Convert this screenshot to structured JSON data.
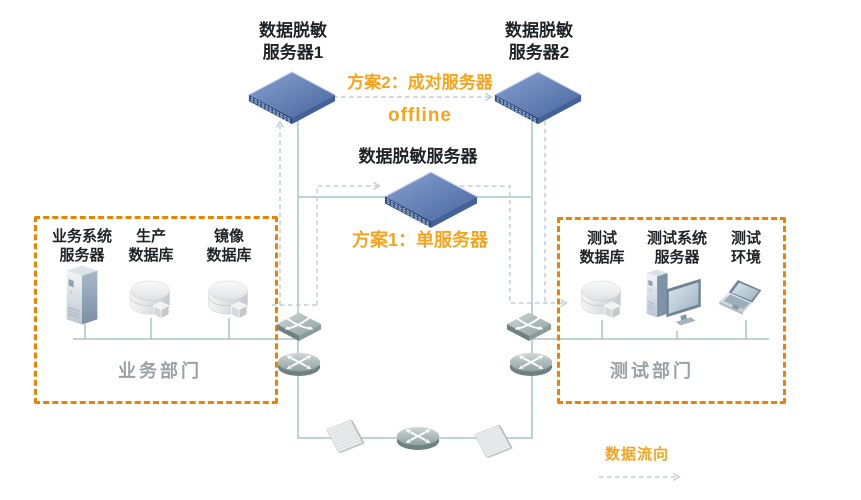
{
  "colors": {
    "accent_orange": "#EE8200",
    "text_orange": "#F6A41D",
    "heading_black": "#1F2327",
    "dept_gray": "#9AA1A7",
    "line_teal": "#A6C6C6",
    "flow_gray": "#C4CDD7"
  },
  "top_section": {
    "server1_label": "数据脱敏\n服务器1",
    "server2_label": "数据脱敏\n服务器2",
    "plan2_label": "方案2：成对服务器",
    "offline_label": "offline",
    "middle_server_label": "数据脱敏服务器",
    "plan1_label": "方案1：单服务器"
  },
  "business_department": {
    "title": "业务部门",
    "items": [
      {
        "label": "业务系统\n服务器",
        "icon": "tower-server-icon"
      },
      {
        "label": "生产\n数据库",
        "icon": "database-icon"
      },
      {
        "label": "镜像\n数据库",
        "icon": "database-icon"
      }
    ]
  },
  "test_department": {
    "title": "测试部门",
    "items": [
      {
        "label": "测试\n数据库",
        "icon": "database-icon"
      },
      {
        "label": "测试系统\n服务器",
        "icon": "workstation-icon"
      },
      {
        "label": "测试\n环境",
        "icon": "laptop-icon"
      }
    ]
  },
  "network_icons": {
    "masking_server": "rack-server-icon",
    "switch": "switch-icon",
    "router": "router-icon",
    "firewall": "firewall-icon"
  },
  "legend": {
    "flow_label": "数据流向"
  }
}
